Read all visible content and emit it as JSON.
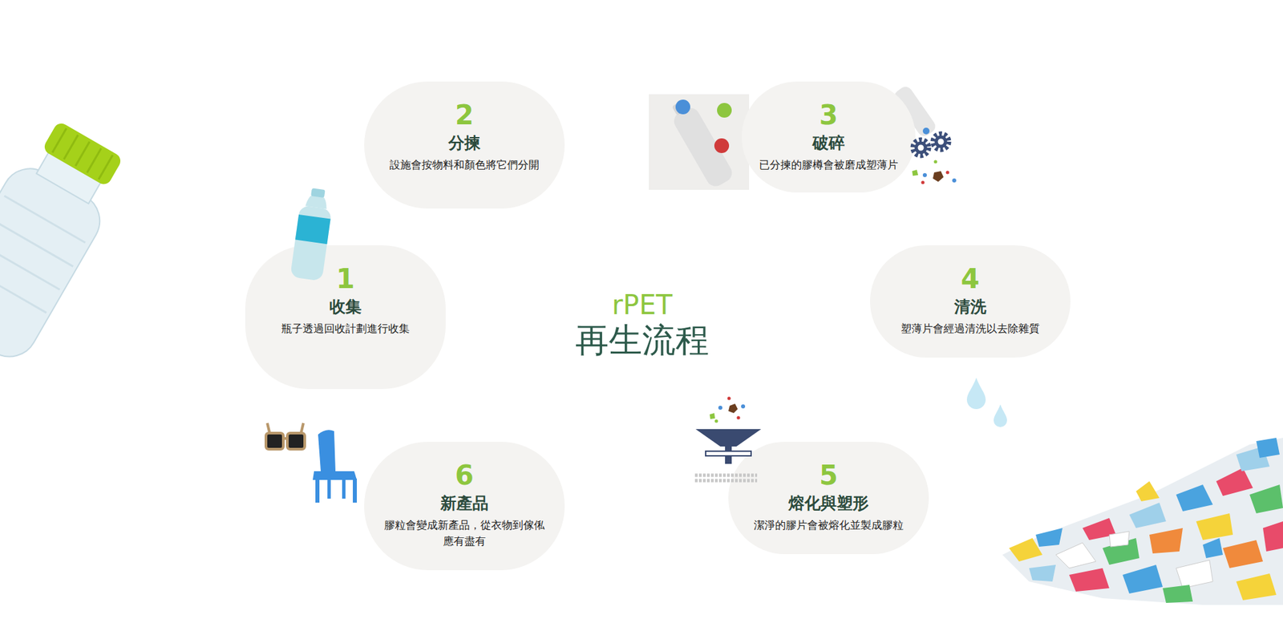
{
  "diagram": {
    "title": "rPET 再生流程",
    "nodes": [
      {
        "text": [
          "1",
          "收集",
          "瓶子透過回收計劃進行收集"
        ]
      },
      {
        "text": [
          "2",
          "分揀",
          "設施會按物料和顏色將它們分開"
        ]
      },
      {
        "text": [
          "3",
          "破碎",
          "已分揀的膠樽會被磨成塑薄片"
        ]
      },
      {
        "text": [
          "4",
          "清洗",
          "塑薄片會經過清洗以去除雜質"
        ]
      },
      {
        "text": [
          "5",
          "熔化與塑形",
          "潔淨的膠片會被熔化並製成膠粒"
        ]
      },
      {
        "text": [
          "6",
          "新產品",
          "膠粒會變成新產品，從衣物到傢俬應有盡有"
        ]
      }
    ]
  }
}
